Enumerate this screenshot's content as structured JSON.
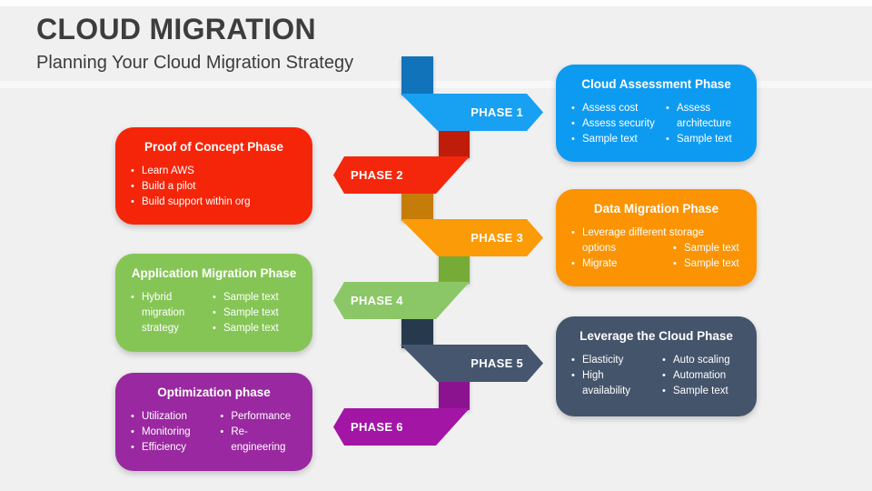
{
  "header": {
    "title": "CLOUD MIGRATION",
    "subtitle": "Planning Your Cloud Migration Strategy"
  },
  "colors": {
    "background": "#f0f0f1",
    "title_text": "#3d3d3d"
  },
  "timeline": {
    "connectors": [
      "#1173b9",
      "#bf1c0a",
      "#c67c08",
      "#76ab37",
      "#273a4d",
      "#8c1390"
    ],
    "phases": [
      {
        "label": "PHASE 1",
        "direction": "right",
        "ribbon_color": "#18a0f3"
      },
      {
        "label": "PHASE 2",
        "direction": "left",
        "ribbon_color": "#f4270c"
      },
      {
        "label": "PHASE 3",
        "direction": "right",
        "ribbon_color": "#fb9b07"
      },
      {
        "label": "PHASE 4",
        "direction": "left",
        "ribbon_color": "#8bc766"
      },
      {
        "label": "PHASE 5",
        "direction": "right",
        "ribbon_color": "#45566e"
      },
      {
        "label": "PHASE 6",
        "direction": "left",
        "ribbon_color": "#a215a5"
      }
    ]
  },
  "boxes": [
    {
      "title": "Cloud Assessment Phase",
      "color": "#0d9bf2",
      "side": "right",
      "columns": [
        [
          "Assess cost",
          "Assess security",
          "Sample text"
        ],
        [
          "Assess architecture",
          "Sample text"
        ]
      ]
    },
    {
      "title": "Proof of Concept Phase",
      "color": "#f5250a",
      "side": "left",
      "columns": [
        [
          "Learn AWS",
          "Build a pilot",
          "Build support within org"
        ]
      ]
    },
    {
      "title": "Data Migration Phase",
      "color": "#fb9302",
      "side": "right",
      "columns": [
        [
          "Leverage different storage options",
          "Migrate"
        ],
        [
          "Sample text",
          "Sample text"
        ]
      ]
    },
    {
      "title": "Application Migration Phase",
      "color": "#85c556",
      "side": "left",
      "columns": [
        [
          "Hybrid migration strategy"
        ],
        [
          "Sample text",
          "Sample text",
          "Sample text"
        ]
      ]
    },
    {
      "title": "Leverage the Cloud Phase",
      "color": "#44546b",
      "side": "right",
      "columns": [
        [
          "Elasticity",
          "High availability"
        ],
        [
          "Auto scaling",
          "Automation",
          "Sample text"
        ]
      ]
    },
    {
      "title": "Optimization phase",
      "color": "#9a28a0",
      "side": "left",
      "columns": [
        [
          "Utilization",
          "Monitoring",
          "Efficiency"
        ],
        [
          "Performance",
          "Re-engineering"
        ]
      ]
    }
  ]
}
